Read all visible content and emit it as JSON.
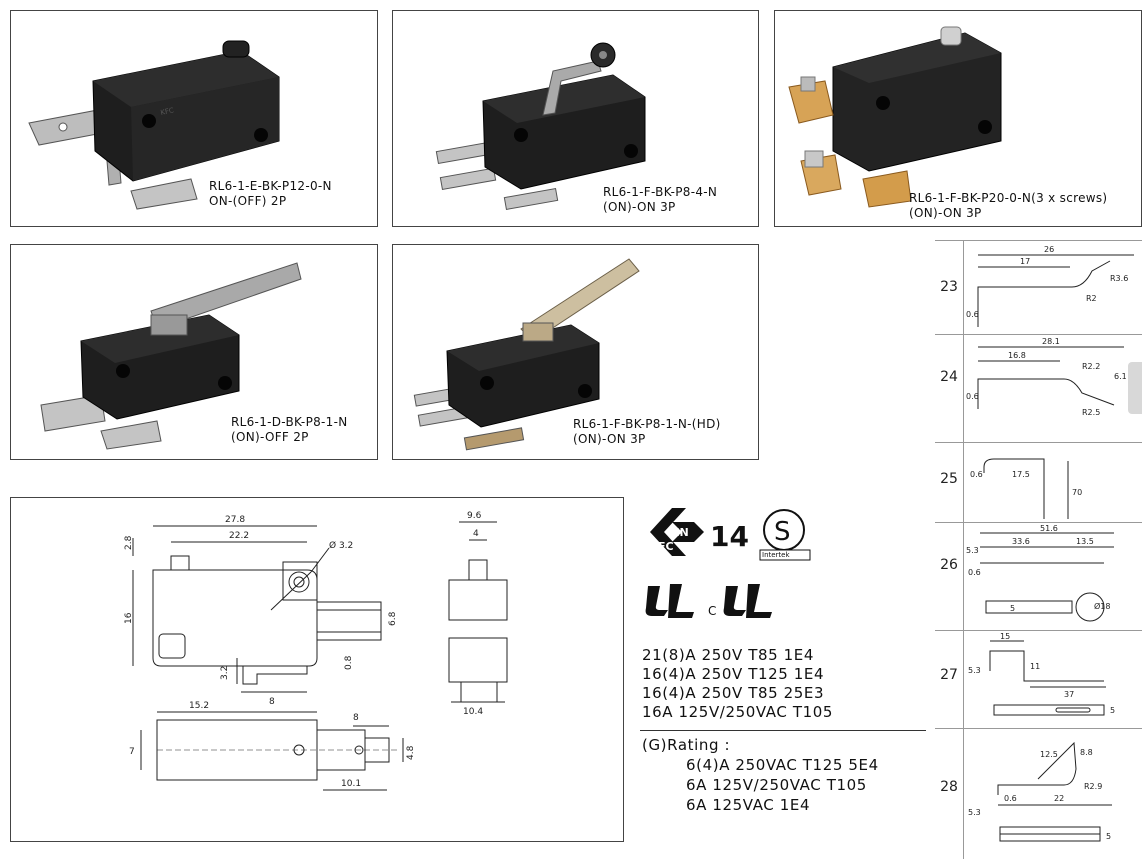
{
  "products": [
    {
      "model": "RL6-1-E-BK-P12-0-N",
      "contact": "ON-(OFF) 2P"
    },
    {
      "model": "RL6-1-F-BK-P8-4-N",
      "contact": "(ON)-ON 3P"
    },
    {
      "model": "RL6-1-F-BK-P20-0-N(3 x screws)",
      "contact": "(ON)-ON 3P"
    },
    {
      "model": "RL6-1-D-BK-P8-1-N",
      "contact": "(ON)-OFF 2P"
    },
    {
      "model": "RL6-1-F-BK-P8-1-N-(HD)",
      "contact": "(ON)-ON 3P"
    }
  ],
  "drawing": {
    "dims": [
      "27.8",
      "22.2",
      "2.8",
      "Ø 3.2",
      "16",
      "6.8",
      "0.8",
      "3.2",
      "8",
      "9.6",
      "4",
      "10.4",
      "15.2",
      "8",
      "7",
      "4.8",
      "10.1"
    ]
  },
  "certifications": {
    "enec_number": "14",
    "intertek_label": "Intertek",
    "ul_c_label": "C"
  },
  "ratings": [
    "21(8)A 250V T85 1E4",
    "16(4)A 250V T125 1E4",
    "16(4)A 250V T85 25E3",
    "16A 125V/250VAC T105"
  ],
  "g_rating": {
    "title": "(G)Rating :",
    "items": [
      "6(4)A 250VAC T125 5E4",
      "6A 125V/250VAC T105",
      "6A 125VAC 1E4"
    ]
  },
  "levers": [
    {
      "number": "23",
      "dims": [
        "26",
        "17",
        "R3.6",
        "R2",
        "0.6"
      ]
    },
    {
      "number": "24",
      "dims": [
        "28.1",
        "16.8",
        "R2.2",
        "6.1",
        "R2.5",
        "0.6"
      ]
    },
    {
      "number": "25",
      "dims": [
        "0.6",
        "17.5",
        "70"
      ]
    },
    {
      "number": "26",
      "dims": [
        "51.6",
        "33.6",
        "13.5",
        "5.3",
        "0.6",
        "5",
        "Ø18"
      ]
    },
    {
      "number": "27",
      "dims": [
        "15",
        "11",
        "5.3",
        "37",
        "5"
      ]
    },
    {
      "number": "28",
      "dims": [
        "12.5",
        "8.8",
        "R2.9",
        "22",
        "0.6",
        "5.3",
        "5"
      ]
    }
  ]
}
